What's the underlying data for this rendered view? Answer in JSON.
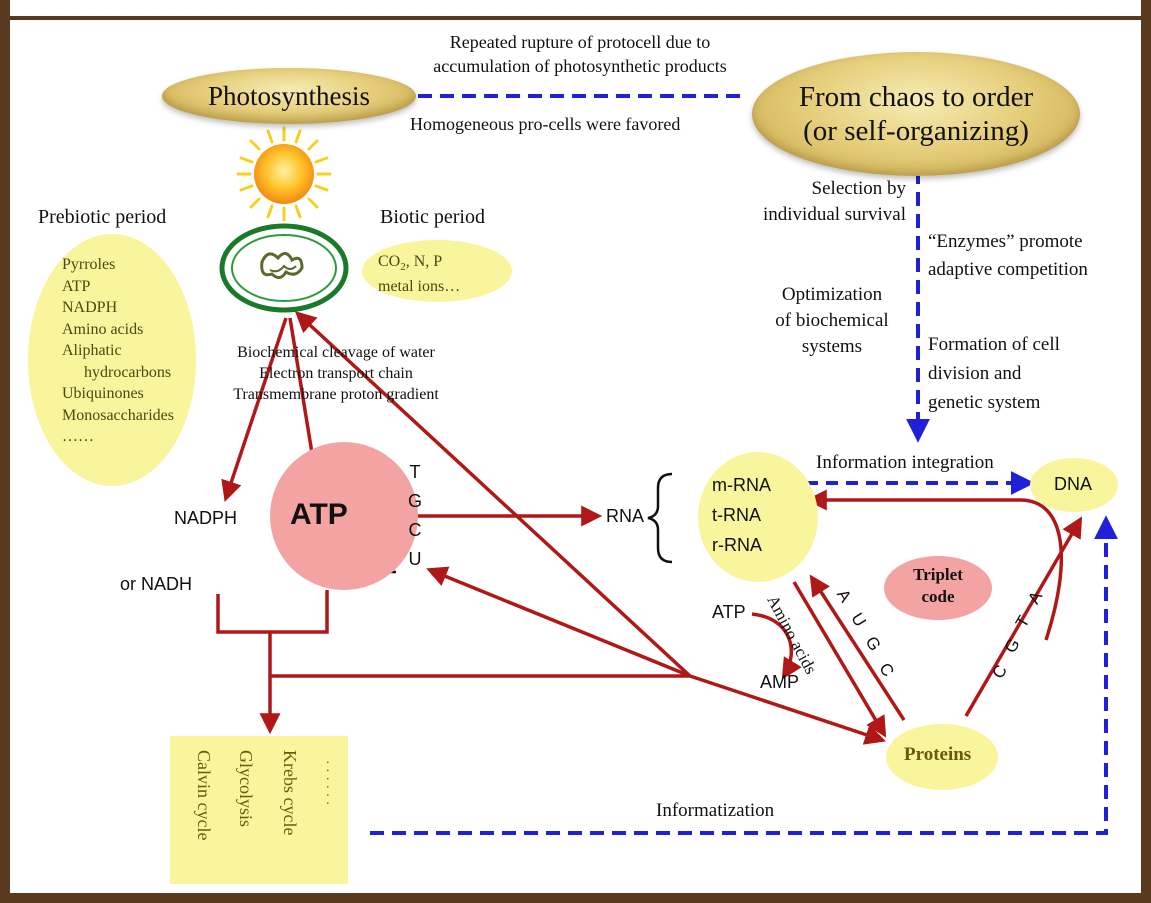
{
  "top": {
    "ellipse_left": "Photosynthesis",
    "ellipse_right_line1": "From chaos to order",
    "ellipse_right_line2": "(or self-organizing)",
    "caption_top_line1": "Repeated rupture of protocell due to",
    "caption_top_line2": "accumulation of photosynthetic products",
    "caption_bottom": "Homogeneous pro-cells were favored"
  },
  "left_column": {
    "prebiotic_title": "Prebiotic period",
    "items": [
      "Pyrroles",
      "ATP",
      "NADPH",
      "Amino acids",
      "Aliphatic",
      "hydrocarbons",
      "Ubiquinones",
      "Monosaccharides",
      "……"
    ]
  },
  "biotic": {
    "title": "Biotic period",
    "line1_prefix": "CO",
    "line1_sub": "2",
    "line1_suffix": ", N, P",
    "line2": "metal ions…"
  },
  "center": {
    "process1": "Biochemical cleavage of water",
    "process2": "Electron transport chain",
    "process3": "Transmembrane proton gradient",
    "nadph": "NADPH",
    "nadh": "or NADH",
    "atp": "ATP",
    "bases": [
      "T",
      "G",
      "C",
      "U"
    ]
  },
  "right_column": {
    "selection1": "Selection by",
    "selection2": "individual survival",
    "enzymes1": "“Enzymes” promote",
    "enzymes2": "adaptive competition",
    "optimization1": "Optimization",
    "optimization2": "of biochemical",
    "optimization3": "systems",
    "formation1": "Formation of cell",
    "formation2": "division and",
    "formation3": "genetic system"
  },
  "rna_cluster": {
    "info_integration": "Information integration",
    "dna": "DNA",
    "rna": "RNA",
    "types": [
      "m-RNA",
      "t-RNA",
      "r-RNA"
    ],
    "triplet1": "Triplet",
    "triplet2": "code",
    "atp": "ATP",
    "amp": "AMP",
    "amino_acids": "Amino acids",
    "augc": [
      "A",
      "U",
      "G",
      "C"
    ],
    "atgc": [
      "A",
      "T",
      "G",
      "C"
    ],
    "proteins": "Proteins"
  },
  "bottom": {
    "cycles": [
      "Krebs cycle",
      "Glycolysis",
      "Calvin cycle"
    ],
    "dots": "· · · · · ·",
    "informatization": "Informatization"
  },
  "colors": {
    "red_arrow": "#b01818",
    "blue_dash": "#2020d8",
    "yellow_fill": "#f9f59c",
    "pink_fill": "#f4a3a3",
    "frame": "#5a3a1e"
  }
}
